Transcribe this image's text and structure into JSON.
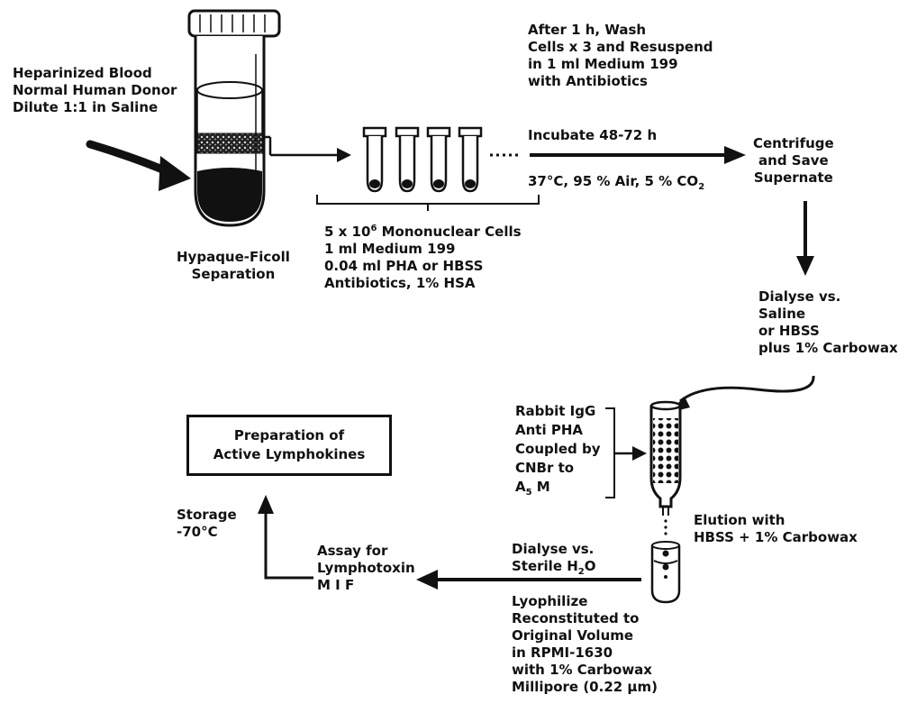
{
  "blood_label": [
    "Heparinized Blood",
    "Normal Human Donor",
    "Dilute 1:1 in Saline"
  ],
  "separation_label": [
    "Hypaque-Ficoll",
    "Separation"
  ],
  "culture_label": {
    "cells_prefix": "5 x 10",
    "cells_exp": "6",
    "cells_suffix": " Mononuclear Cells",
    "lines": [
      "1 ml  Medium 199",
      "0.04 ml  PHA or HBSS",
      "Antibiotics, 1% HSA"
    ]
  },
  "wash_label": [
    "After 1 h, Wash",
    "Cells x 3 and Resuspend",
    "in 1 ml  Medium 199",
    "with Antibiotics"
  ],
  "incubate_label": "Incubate  48-72 h",
  "conditions_label": {
    "main": "37°C, 95 % Air, 5 % CO",
    "sub": "2"
  },
  "centrifuge_label": [
    "Centrifuge",
    "and Save",
    "Supernate"
  ],
  "dialyse1_label": [
    "Dialyse vs.",
    "Saline",
    "or HBSS",
    "plus 1% Carbowax"
  ],
  "column_label": {
    "line1": "Rabbit IgG",
    "line2": "Anti PHA",
    "line3": "Coupled by",
    "line4": "CNBr  to",
    "line5_main": "A",
    "line5_sub": "5",
    "line5_end": " M"
  },
  "elution_label": [
    "Elution with",
    "HBSS + 1% Carbowax"
  ],
  "dialyse2_label": {
    "line1": "Dialyse vs.",
    "line2_main": "Sterile H",
    "line2_sub": "2",
    "line2_end": "O",
    "lines": [
      "Lyophilize",
      "Reconstituted to",
      "Original Volume",
      "in RPMI-1630",
      "with 1% Carbowax",
      "Millipore (0.22 µm)"
    ]
  },
  "assay_label": [
    "Assay for",
    "Lymphotoxin",
    "M I F"
  ],
  "storage_label": [
    "Storage",
    "-70°C"
  ],
  "title_box": [
    "Preparation of",
    "Active Lymphokines"
  ]
}
